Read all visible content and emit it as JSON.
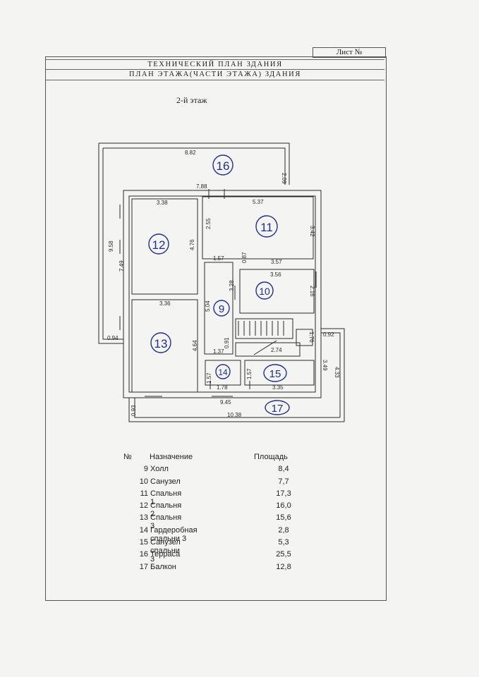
{
  "sheet": {
    "label": "Лист №"
  },
  "header": {
    "line1": "ТЕХНИЧЕСКИЙ ПЛАН ЗДАНИЯ",
    "line2": "ПЛАН ЭТАЖА(ЧАСТИ ЭТАЖА) ЗДАНИЯ"
  },
  "floor": {
    "title": "2-й этаж"
  },
  "dimensions": {
    "terrace_top": "8.82",
    "terrace_right": "2.09",
    "terrace_inner": "7.88",
    "left_outer": "9.58",
    "left_inner": "7.49",
    "left_bottom": "0.94",
    "r12_top": "3.38",
    "r12_side": "4.76",
    "r11_top": "5.37",
    "r11_left": "2.55",
    "r11_right": "3.42",
    "r11_bottom": "3.57",
    "r11_gap": "0.87",
    "r9_top": "1.57",
    "r9_side": "5.04",
    "r9_bottom": "1.37",
    "r9_small": "0.91",
    "r10_top": "3.56",
    "r10_left": "3.28",
    "r10_right": "2.16",
    "r13_top": "3.36",
    "r13_side": "4.64",
    "stair_w": "1.76",
    "stair_lbl": "2.74",
    "right_top": "0.92",
    "right_a": "3.49",
    "right_b": "4.33",
    "r14_side": "1.57",
    "r14_bottom": "1.78",
    "r15_side": "1.57",
    "r15_bottom": "3.35",
    "balcony_inner": "9.45",
    "balcony_len": "10.38",
    "balcony_h": "0.93"
  },
  "room_marks": [
    "16",
    "12",
    "11",
    "10",
    "9",
    "13",
    "14",
    "15",
    "17"
  ],
  "legend": {
    "headers": {
      "num": "№",
      "name": "Назначение",
      "area": "Площадь"
    },
    "rows": [
      {
        "num": "9",
        "name": "Холл",
        "area": "8,4"
      },
      {
        "num": "10",
        "name": "Санузел",
        "area": "7,7"
      },
      {
        "num": "11",
        "name": "Спальня 1",
        "area": "17,3"
      },
      {
        "num": "12",
        "name": "Спальня 2",
        "area": "16,0"
      },
      {
        "num": "13",
        "name": "Спальня 3",
        "area": "15,6"
      },
      {
        "num": "14",
        "name": "Гардеробная спальни 3",
        "area": "2,8"
      },
      {
        "num": "15",
        "name": "Санузел спальни 3",
        "area": "5,3"
      },
      {
        "num": "16",
        "name": "Терраса",
        "area": "25,5"
      },
      {
        "num": "17",
        "name": "Балкон",
        "area": "12,8"
      }
    ]
  },
  "colors": {
    "ink": "#1e1e1e",
    "pen": "#1f2f8f",
    "paper": "#f4f4f2"
  }
}
